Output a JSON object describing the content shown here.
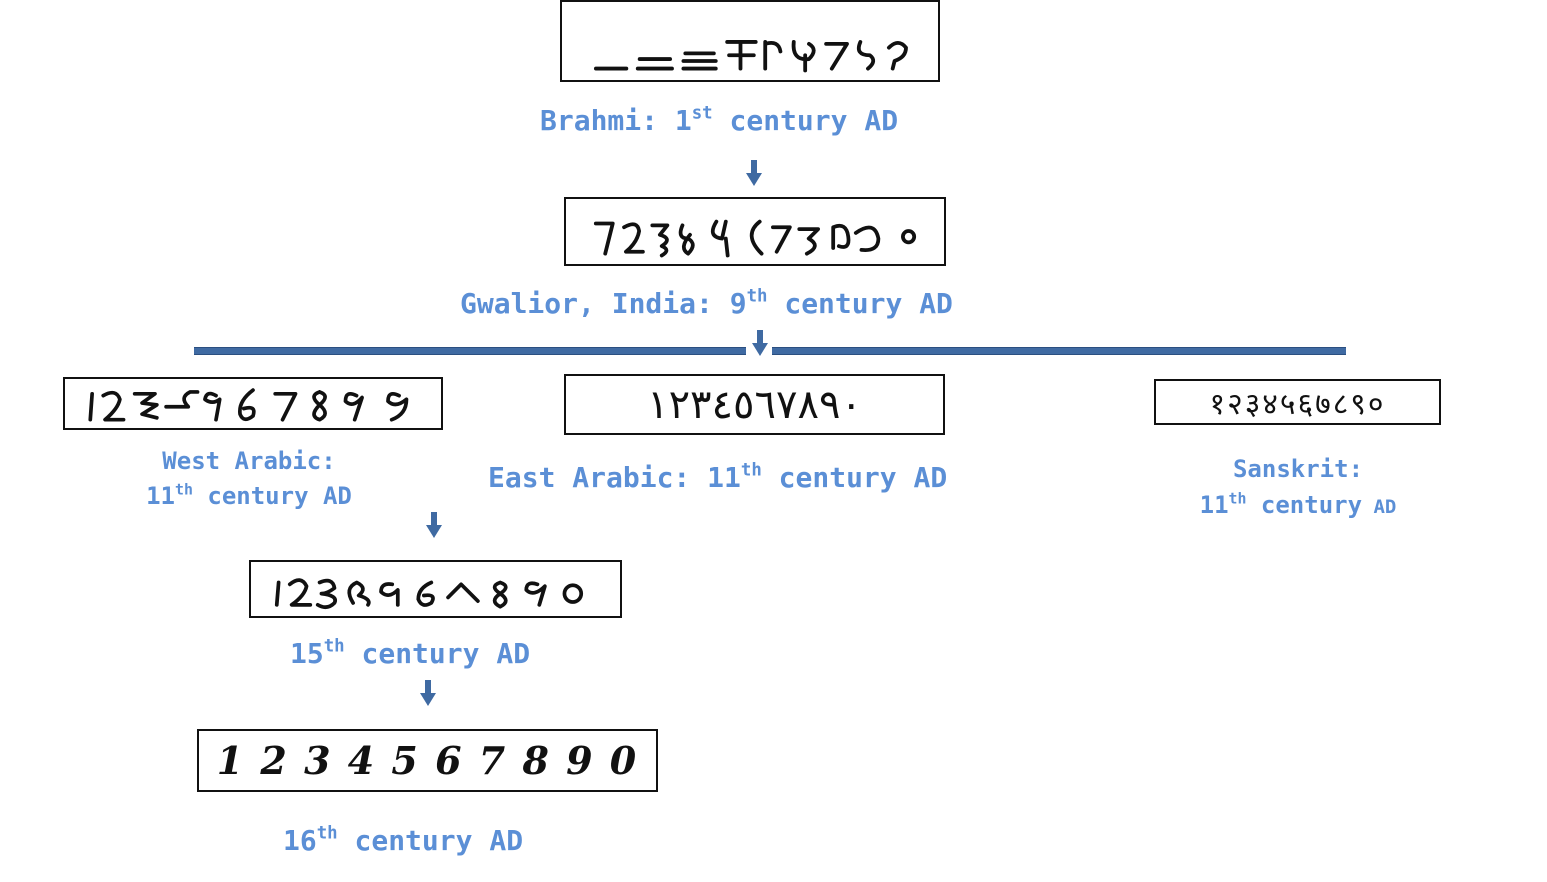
{
  "nodes": {
    "brahmi": {
      "label": "Brahmi: 1",
      "sup": "st",
      "rest": " century AD"
    },
    "gwalior": {
      "label": "Gwalior, India: 9",
      "sup": "th",
      "rest": " century AD"
    },
    "west_arabic": {
      "line1": "West Arabic:",
      "line2": "11",
      "sup": "th",
      "rest": " century AD"
    },
    "east_arabic": {
      "label": "East Arabic: 11",
      "sup": "th",
      "rest": " century AD"
    },
    "sanskrit": {
      "line1": "Sanskrit:",
      "line2": "11",
      "sup": "th",
      "rest": " century",
      "tail": " AD"
    },
    "c15": {
      "label": "15",
      "sup": "th",
      "rest": " century AD"
    },
    "c16": {
      "label": "16",
      "sup": "th",
      "rest": " century AD"
    }
  },
  "glyphs": {
    "east_arabic": "١٢٣٤٥٦٧٨٩٠",
    "sanskrit": "१२३४५६७८९०",
    "c16": "1 2 3 4 5 6 7 8 9 0"
  },
  "colors": {
    "caption": "#5b8fd6",
    "arrow": "#3f6aa2",
    "border": "#111111"
  }
}
